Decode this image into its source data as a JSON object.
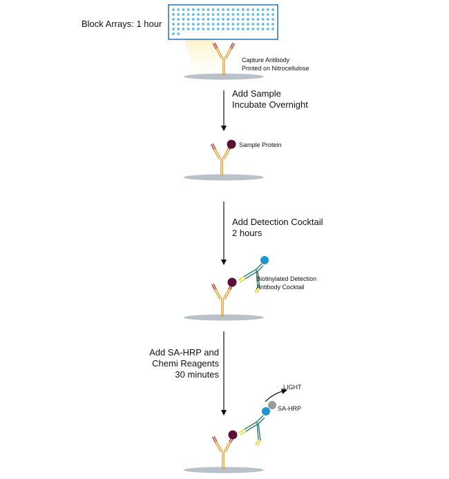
{
  "colors": {
    "array_border": "#2b7bbf",
    "array_dot": "#5fbde6",
    "capture_antibody_light": "#e8a23a",
    "capture_antibody_tip": "#c0392b",
    "sample_protein": "#5a1035",
    "detection_antibody": "#2f7a6e",
    "detection_tip": "#e0d11a",
    "biotin": "#1f94d2",
    "sa_hrp": "#9a9a9a",
    "surface": "#b9c2c9",
    "arrow": "#111111"
  },
  "step1": {
    "label": "Block Arrays: 1 hour",
    "annotation_line1": "Capture Antibody",
    "annotation_line2": "Printed on Nitrocellulose"
  },
  "step2": {
    "instruction_line1": "Add Sample",
    "instruction_line2": "Incubate Overnight",
    "annotation": "Sample Protein"
  },
  "step3": {
    "instruction_line1": "Add Detection Cocktail",
    "instruction_line2": "2 hours",
    "annotation_line1": "Biotinylated Detection",
    "annotation_line2": "Antibody Cocktail"
  },
  "step4": {
    "instruction_line1": "Add SA-HRP and",
    "instruction_line2": "Chemi Reagents",
    "instruction_line3": "30 minutes",
    "light_label": "LIGHT",
    "sa_hrp_label": "SA-HRP"
  }
}
